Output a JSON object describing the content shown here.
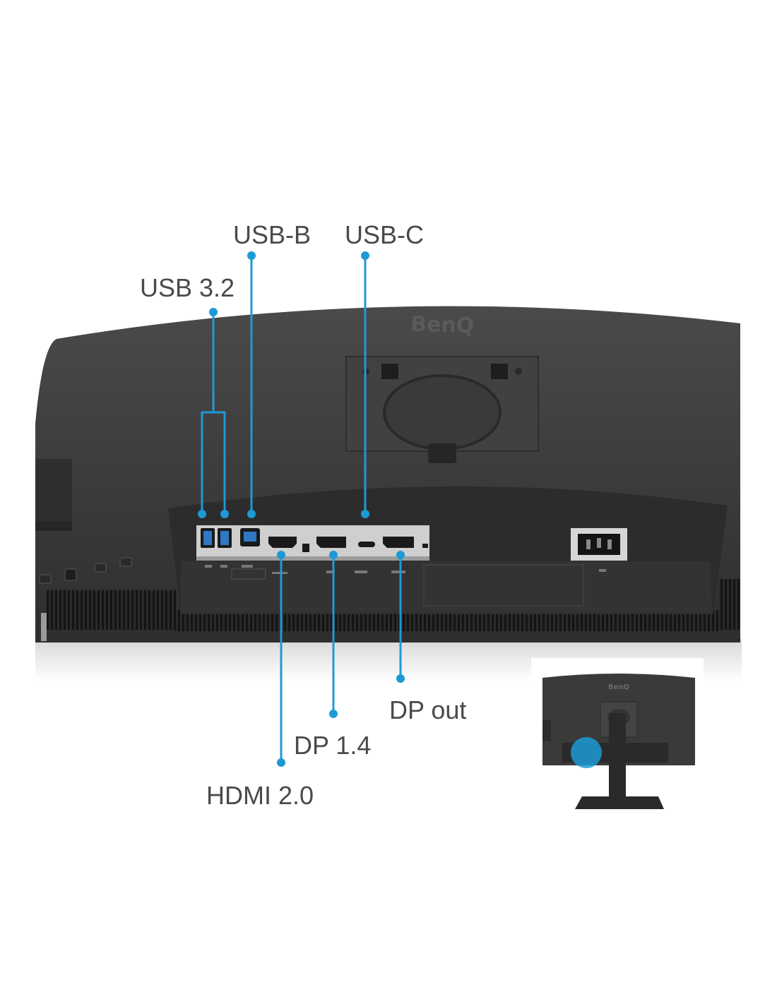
{
  "brand": {
    "logo_text": "BenQ"
  },
  "callouts": {
    "usb32": "USB 3.2",
    "usbb": "USB-B",
    "usbc": "USB-C",
    "hdmi": "HDMI 2.0",
    "dp14": "DP 1.4",
    "dpout": "DP out"
  },
  "colors": {
    "accent": "#1d9ad6",
    "label_text": "#4a4a4a",
    "monitor_body": "#3b3b3b",
    "port_panel": "#c9c9c9"
  },
  "icons": {
    "port_usb_a": "usb-a-port-icon",
    "port_usb_b": "usb-b-port-icon",
    "port_usb_c": "usb-c-port-icon",
    "port_hdmi": "hdmi-port-icon",
    "port_dp": "displayport-port-icon",
    "port_power": "power-socket-icon",
    "inset_marker": "highlight-circle-icon"
  }
}
